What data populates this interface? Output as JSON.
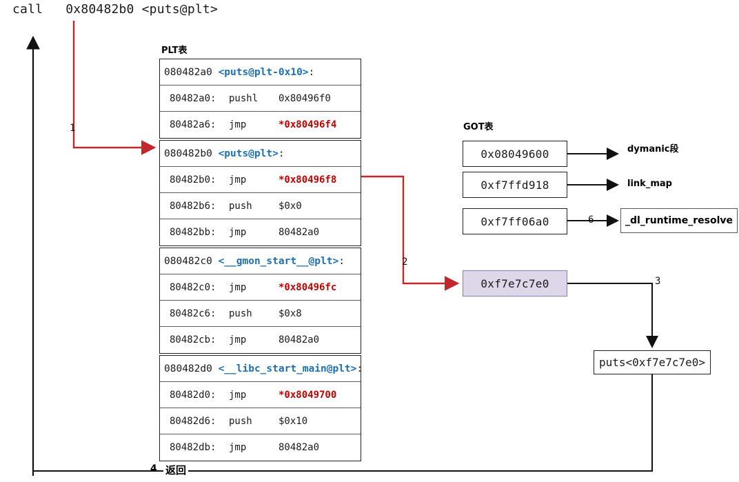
{
  "title": "PLT/GOT lazy binding diagram",
  "top_call": {
    "text": "call   0x80482b0 <puts@plt>"
  },
  "captions": {
    "plt": "PLT表",
    "got": "GOT表"
  },
  "plt_table": {
    "groups": [
      {
        "header": {
          "addr": "080482a0",
          "symbol": "<puts@plt-0x10>",
          "tail": ":"
        },
        "rows": [
          {
            "addr": "80482a0:",
            "mnemonic": "pushl",
            "operand": "0x80496f0",
            "operand_red": false
          },
          {
            "addr": "80482a6:",
            "mnemonic": "jmp",
            "operand": "*0x80496f4",
            "operand_red": true
          }
        ]
      },
      {
        "header": {
          "addr": "080482b0",
          "symbol": "<puts@plt>",
          "tail": ":"
        },
        "rows": [
          {
            "addr": "80482b0:",
            "mnemonic": "jmp",
            "operand": "*0x80496f8",
            "operand_red": true
          },
          {
            "addr": "80482b6:",
            "mnemonic": "push",
            "operand": "$0x0",
            "operand_red": false
          },
          {
            "addr": "80482bb:",
            "mnemonic": "jmp",
            "operand": "80482a0",
            "operand_red": false
          }
        ]
      },
      {
        "header": {
          "addr": "080482c0",
          "symbol": "<__gmon_start__@plt>",
          "tail": ":"
        },
        "rows": [
          {
            "addr": "80482c0:",
            "mnemonic": "jmp",
            "operand": "*0x80496fc",
            "operand_red": true
          },
          {
            "addr": "80482c6:",
            "mnemonic": "push",
            "operand": "$0x8",
            "operand_red": false
          },
          {
            "addr": "80482cb:",
            "mnemonic": "jmp",
            "operand": "80482a0",
            "operand_red": false
          }
        ]
      },
      {
        "header": {
          "addr": "080482d0",
          "symbol": "<__libc_start_main@plt>",
          "tail": ":"
        },
        "rows": [
          {
            "addr": "80482d0:",
            "mnemonic": "jmp",
            "operand": "*0x8049700",
            "operand_red": true
          },
          {
            "addr": "80482d6:",
            "mnemonic": "push",
            "operand": "$0x10",
            "operand_red": false
          },
          {
            "addr": "80482db:",
            "mnemonic": "jmp",
            "operand": "80482a0",
            "operand_red": false
          }
        ]
      }
    ]
  },
  "got_table": {
    "entries": [
      {
        "value": "0x08049600",
        "target": "dymanic段"
      },
      {
        "value": "0xf7ffd918",
        "target": "link_map"
      },
      {
        "value": "0xf7ff06a0",
        "target": "_dl_runtime_resolve"
      }
    ],
    "highlight": {
      "value": "0xf7e7c7e0"
    }
  },
  "boxes": {
    "dl_runtime_resolve": "_dl_runtime_resolve",
    "puts_resolved": "puts<0xf7e7c7e0>"
  },
  "steps": {
    "s1": "1",
    "s2": "2",
    "s3": "3",
    "s4": "4",
    "s6": "6",
    "return_label": "返回"
  },
  "colors": {
    "red_arrow": "#c0282d",
    "black_arrow": "#111111",
    "symbol_blue": "#1f6fb2",
    "operand_red": "#c00000",
    "highlight_fill": "#ded6e9",
    "highlight_border": "#8b7fa8"
  }
}
